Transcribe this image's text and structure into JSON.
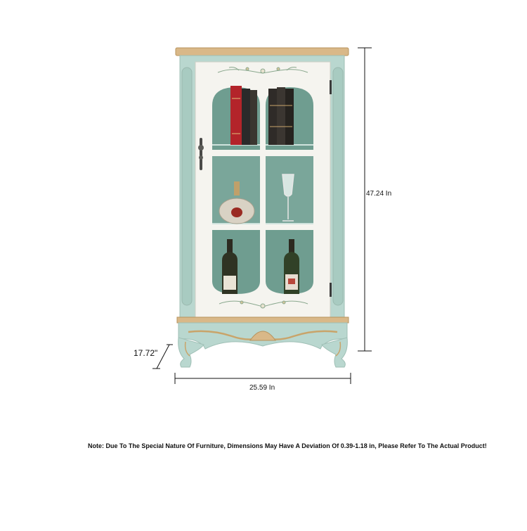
{
  "product": {
    "name": "glass-door display cabinet",
    "colors": {
      "body": "#b9d7cf",
      "body_shade": "#a3c6bc",
      "door": "#f5f4ef",
      "gold_trim": "#c9a46a",
      "interior": "#6f9d90",
      "glass_tint": "#cfe3dd"
    },
    "shelf_contents": [
      {
        "name": "book-stack-left",
        "icon": "books-icon"
      },
      {
        "name": "book-stack-right",
        "icon": "books-icon"
      },
      {
        "name": "decanter",
        "icon": "decanter-icon"
      },
      {
        "name": "wine-glass",
        "icon": "wine-glass-icon"
      },
      {
        "name": "wine-bottle-left",
        "icon": "wine-bottle-icon"
      },
      {
        "name": "wine-bottle-right",
        "icon": "wine-bottle-icon"
      }
    ]
  },
  "dimensions": {
    "height": "47.24 In",
    "width": "25.59 In",
    "depth": "17.72\""
  },
  "note": "Note: Due To The Special Nature Of Furniture, Dimensions May Have A Deviation Of 0.39-1.18 in, Please Refer To The Actual Product!"
}
